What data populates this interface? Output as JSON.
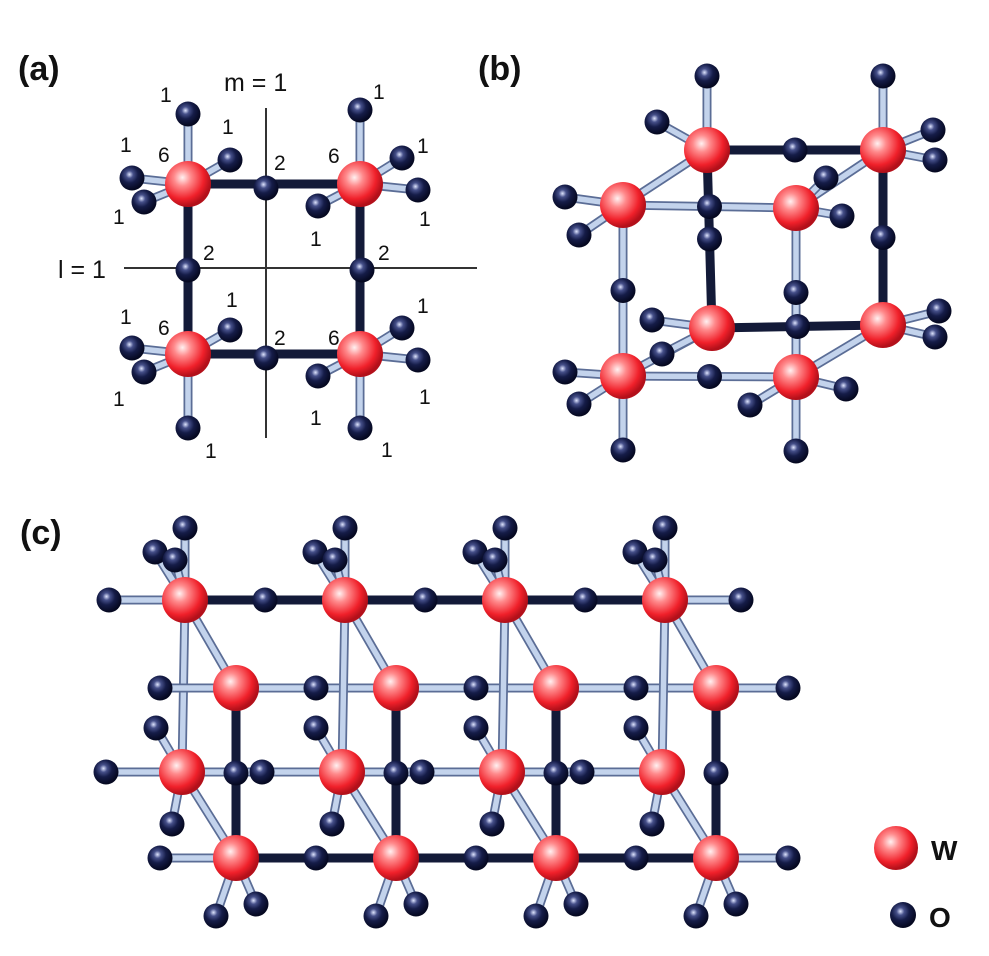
{
  "colors": {
    "tungsten": "#f0202a",
    "oxygen": "#121843",
    "light_bond": "#c3d3ec",
    "dark_bond": "#131a38",
    "line": "#333333"
  },
  "panel_a": {
    "label": "(a)",
    "m_line_label": "m = 1",
    "l_line_label": "l = 1",
    "coordination_numbers": {
      "tl": [
        "1",
        "1",
        "6",
        "1",
        "1"
      ],
      "tr": [
        "1",
        "6",
        "1",
        "1",
        "1"
      ],
      "bl": [
        "1",
        "6",
        "1",
        "1",
        "1"
      ],
      "br": [
        "6",
        "1",
        "1",
        "1",
        "1"
      ],
      "mid": [
        "2",
        "2",
        "2",
        "2"
      ]
    }
  },
  "panel_b": {
    "label": "(b)"
  },
  "panel_c": {
    "label": "(c)"
  },
  "legend": {
    "tungsten_label": "W",
    "oxygen_label": "O"
  }
}
